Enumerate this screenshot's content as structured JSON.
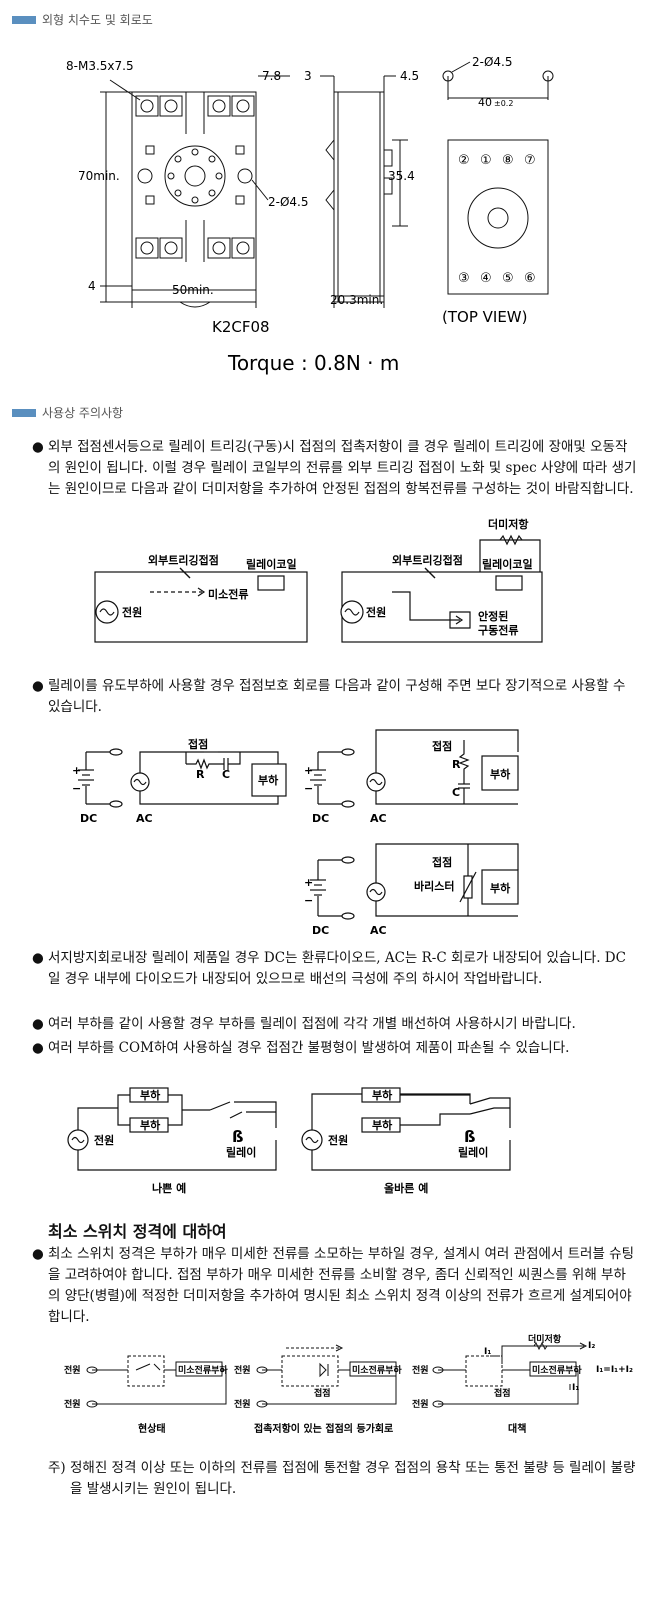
{
  "sections": {
    "dimensions_title": "외형 치수도 및 회로도",
    "usage_title": "사용상 주의사항",
    "min_switch_title": "최소 스위치 정격에 대하여"
  },
  "drawing": {
    "screws": "8-M3.5x7.5",
    "d78": "7.8",
    "h70": "70min.",
    "hole": "2-Ø4.5",
    "d4": "4",
    "w50": "50min.",
    "model": "K2CF08",
    "s3": "3",
    "s45": "4.5",
    "s354": "35.4",
    "s203": "20.3min.",
    "top_hole": "2-Ø4.5",
    "top_40": "40",
    "top_tol": "±0.2",
    "top_view": "(TOP VIEW)",
    "pins_top": [
      "②",
      "①",
      "⑧",
      "⑦"
    ],
    "pins_bottom": [
      "③",
      "④",
      "⑤",
      "⑥"
    ],
    "torque": "Torque : 0.8N · m"
  },
  "bullets": {
    "b1": "외부 접점센서등으로 릴레이 트리깅(구동)시 접점의 접촉저항이 클 경우 릴레이 트리깅에 장애및 오동작의 원인이 됩니다. 이럴 경우 릴레이 코일부의 전류를 외부 트리깅 접점이 노화 및 spec 사양에 따라 생기는 원인이므로 다음과 같이 더미저항을 추가하여 안정된 접점의 항복전류를 구성하는 것이 바람직합니다.",
    "b2": "릴레이를 유도부하에 사용할 경우 접점보호 회로를 다음과 같이 구성해 주면 보다 장기적으로 사용할 수 있습니다.",
    "b3": "서지방지회로내장 릴레이 제품일 경우 DC는 환류다이오드, AC는 R-C 회로가 내장되어 있습니다. DC일 경우 내부에 다이오드가 내장되어 있으므로 배선의 극성에 주의 하시어 작업바랍니다.",
    "b4": "여러 부하를 같이 사용할 경우 부하를 릴레이 접점에 각각 개별 배선하여 사용하시기 바랍니다.",
    "b5": "여러 부하를 COM하여 사용하실 경우 접점간 불평형이 발생하여 제품이 파손될 수 있습니다.",
    "b6": "최소 스위치 정격은 부하가 매우 미세한 전류를 소모하는 부하일 경우, 설계시 여러 관점에서 트러블 슈팅을 고려하여야 합니다. 접점 부하가 매우 미세한 전류를 소비할 경우, 좀더 신뢰적인 씨퀀스를 위해 부하의 양단(병렬)에 적정한 더미저항을 추가하여 명시된 최소 스위치 정격 이상의 전류가 흐르게 설계되어야 합니다.",
    "note": "주) 정해진 정격 이상 또는 이하의 전류를 접점에 통전할 경우 접점의 용착 또는 통전 불량 등 릴레이 불량을 발생시키는 원인이 됩니다."
  },
  "circuit1": {
    "ext_contact": "외부트리깅접점",
    "relay_coil": "릴레이코일",
    "power": "전원",
    "small_current": "미소전류",
    "dummy": "더미저항",
    "stable_1": "안정된",
    "stable_2": "구동전류"
  },
  "circuit2": {
    "contact": "접점",
    "r": "R",
    "c": "C",
    "load": "부하",
    "dc": "DC",
    "ac": "AC",
    "plus": "+",
    "minus": "−",
    "varistor": "바리스터"
  },
  "circuit3": {
    "load": "부하",
    "power": "전원",
    "relay": "릴레이",
    "bad": "나쁜 예",
    "good": "올바른 예"
  },
  "circuit4": {
    "power": "전원",
    "small_load": "미소전류부하",
    "contact": "접점",
    "dummy": "더미저항",
    "cap1": "현상태",
    "cap2": "접촉저항이 있는 접점의 등가회로",
    "cap3": "대책",
    "i1": "I₁",
    "i2": "I₂",
    "formula": "I₁=I₁+I₂"
  }
}
